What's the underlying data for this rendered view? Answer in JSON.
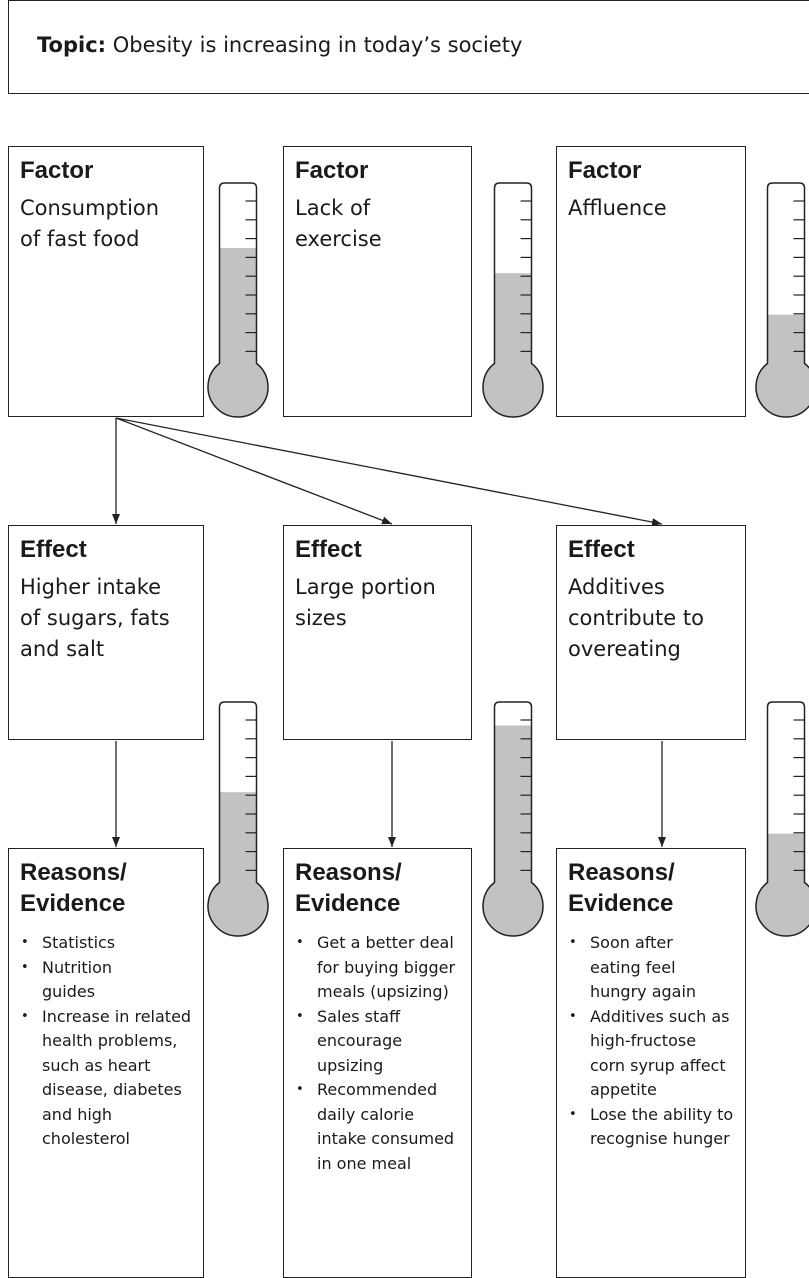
{
  "topic": {
    "label": "Topic:",
    "text": "Obesity is increasing in today’s society"
  },
  "factors": [
    {
      "heading": "Factor",
      "text": "Consumption\nof fast food",
      "level": 0.64
    },
    {
      "heading": "Factor",
      "text": "Lack of\nexercise",
      "level": 0.5
    },
    {
      "heading": "Factor",
      "text": "Affluence",
      "level": 0.27
    }
  ],
  "effects": [
    {
      "heading": "Effect",
      "text": "Higher intake\nof sugars, fats\nand salt"
    },
    {
      "heading": "Effect",
      "text": "Large portion\nsizes"
    },
    {
      "heading": "Effect",
      "text": "Additives\ncontribute to\novereating"
    }
  ],
  "reasons": [
    {
      "heading_line1": "Reasons/",
      "heading_line2": "Evidence",
      "level": 0.5,
      "bullets": [
        "Statistics",
        "Nutrition guides",
        "Increase in related health problems, such as heart disease, diabetes and high cholesterol"
      ]
    },
    {
      "heading_line1": "Reasons/",
      "heading_line2": "Evidence",
      "level": 0.87,
      "bullets": [
        "Get a better deal for buying bigger meals (upsizing)",
        "Sales staff encourage upsizing",
        "Recommended daily calorie intake consumed in one meal"
      ]
    },
    {
      "heading_line1": "Reasons/",
      "heading_line2": "Evidence",
      "level": 0.27,
      "bullets": [
        "Soon after eating feel hungry again",
        "Additives such as high-fructose corn syrup affect appetite",
        "Lose the ability to recognise hunger"
      ]
    }
  ],
  "colors": {
    "fill": "#c2c2c2",
    "line": "#222222"
  }
}
